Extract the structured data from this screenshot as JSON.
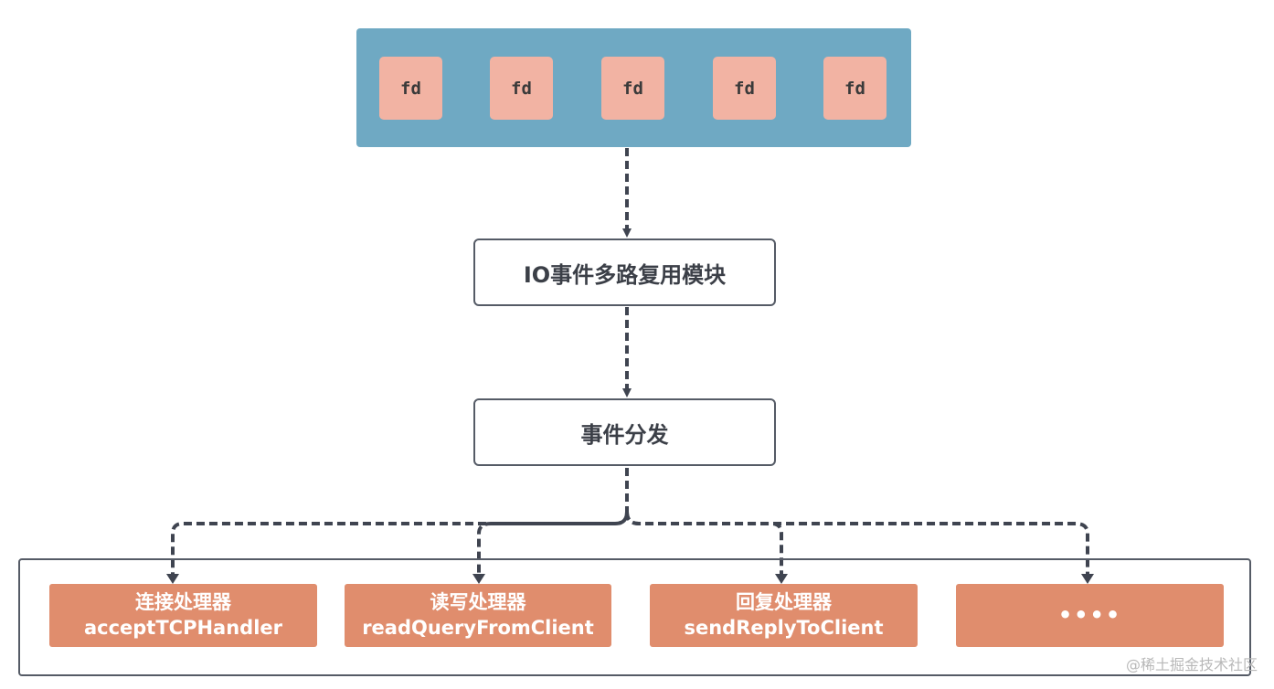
{
  "fd_set": {
    "items": [
      "fd",
      "fd",
      "fd",
      "fd",
      "fd"
    ]
  },
  "io_module": {
    "label": "IO事件多路复用模块"
  },
  "dispatcher": {
    "label": "事件分发"
  },
  "handlers": [
    {
      "title": "连接处理器",
      "function": "acceptTCPHandler"
    },
    {
      "title": "读写处理器",
      "function": "readQueryFromClient"
    },
    {
      "title": "回复处理器",
      "function": "sendReplyToClient"
    },
    {
      "title": "••••",
      "function": ""
    }
  ],
  "watermark": "@稀土掘金技术社区",
  "colors": {
    "fd_container": "#6fa9c3",
    "fd_box": "#f2b3a3",
    "handler": "#e08d6d",
    "border": "#555b66",
    "connector": "#3f4450"
  }
}
